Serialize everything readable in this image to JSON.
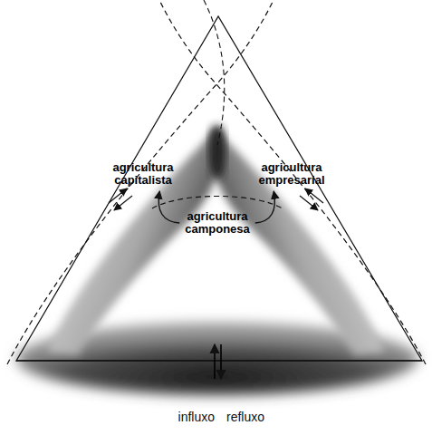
{
  "diagram": {
    "nodes": [
      {
        "text": [
          "agricultura capitalista"
        ]
      },
      {
        "text": [
          "agricultura empresarial"
        ]
      },
      {
        "text": [
          "agricultura camponesa"
        ]
      }
    ],
    "edges": [
      {
        "from": 2,
        "to": 0,
        "arrow": "to"
      },
      {
        "from": 2,
        "to": 1,
        "arrow": "to"
      }
    ],
    "labels": [
      "influxo",
      "refluxo"
    ]
  }
}
